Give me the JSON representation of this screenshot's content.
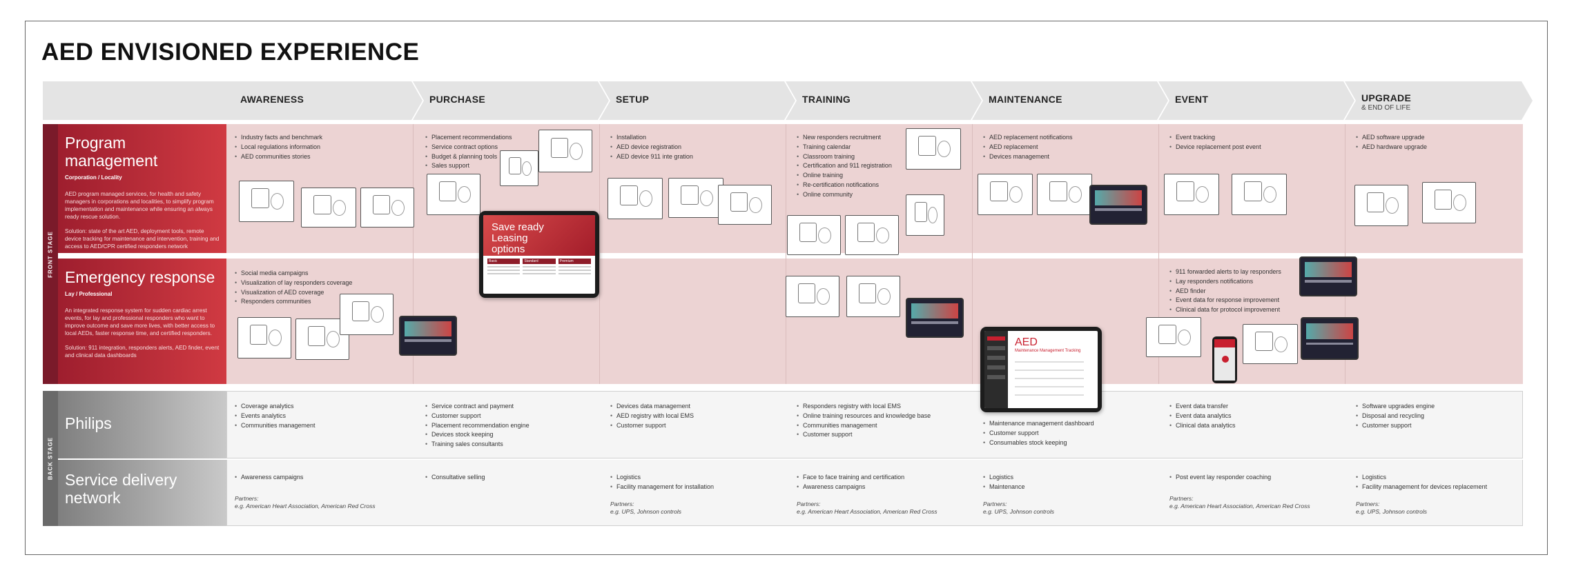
{
  "title": "AED ENVISIONED EXPERIENCE",
  "phases": [
    {
      "label": "AWARENESS",
      "sub": ""
    },
    {
      "label": "PURCHASE",
      "sub": ""
    },
    {
      "label": "SETUP",
      "sub": ""
    },
    {
      "label": "TRAINING",
      "sub": ""
    },
    {
      "label": "MAINTENANCE",
      "sub": ""
    },
    {
      "label": "EVENT",
      "sub": ""
    },
    {
      "label": "UPGRADE",
      "sub": "& END OF LIFE"
    }
  ],
  "stages": {
    "front": "FRONT STAGE",
    "back": "BACK STAGE"
  },
  "rows": {
    "program": {
      "title": "Program management",
      "subtitle": "Corporation / Locality",
      "description": "AED program managed services, for health and safety managers in corporations and localities, to simplify program implementation and maintenance while ensuring an always ready rescue solution.",
      "solution": "Solution: state of the art AED, deployment tools, remote device tracking for maintenance and intervention, training and access to AED/CPR certified responders network",
      "cells": [
        [
          "Industry facts and benchmark",
          "Local regulations information",
          "AED communities stories"
        ],
        [
          "Placement recommendations",
          "Service contract options",
          "Budget & planning tools",
          "Sales support"
        ],
        [
          "Installation",
          "AED device registration",
          "AED device 911 inte  gration"
        ],
        [
          "New responders recruitment",
          "Training calendar",
          "Classroom training",
          "Certification and 911 registration",
          "Online training",
          "Re-certification notifications",
          "Online community"
        ],
        [
          "AED replacement notifications",
          "AED replacement",
          "Devices management"
        ],
        [
          "Event tracking",
          "Device replacement post event"
        ],
        [
          "AED software upgrade",
          "AED hardware upgrade"
        ]
      ]
    },
    "emergency": {
      "title": "Emergency response",
      "subtitle": "Lay / Professional",
      "description": "An integrated response system for sudden cardiac arrest events, for lay and professional responders who want to improve outcome and save more lives, with better access to local AEDs, faster response time, and certified responders.",
      "solution": "Solution: 911 integration, responders alerts, AED finder, event and clinical data dashboards",
      "cells": [
        [
          "Social media campaigns",
          "Visualization of lay responders coverage",
          "Visualization of AED coverage",
          "Responders communities"
        ],
        [],
        [],
        [],
        [],
        [
          "911 forwarded alerts to lay responders",
          "Lay responders notifications",
          "AED finder",
          "Event data for response improvement",
          "Clinical data for protocol improvement"
        ],
        []
      ]
    },
    "philips": {
      "title": "Philips",
      "cells": [
        [
          "Coverage analytics",
          "Events analytics",
          "Communities management"
        ],
        [
          "Service contract and payment",
          "Customer support",
          "Placement recommendation engine",
          "Devices stock keeping",
          "Training sales consultants"
        ],
        [
          "Devices data management",
          "AED registry with local EMS",
          "Customer support"
        ],
        [
          "Responders registry with local EMS",
          "Online training resources and knowledge base",
          "Communities management",
          "Customer support"
        ],
        [
          "Maintenance management dashboard",
          "Customer support",
          "Consumables stock keeping"
        ],
        [
          "Event data transfer",
          "Event data analytics",
          "Clinical data analytics"
        ],
        [
          "Software upgrades engine",
          "Disposal and recycling",
          "Customer support"
        ]
      ]
    },
    "service": {
      "title": "Service delivery network",
      "cells": [
        {
          "items": [
            "Awareness campaigns"
          ],
          "partners_label": "Partners:",
          "partners": "e.g. American Heart Association, American Red Cross"
        },
        {
          "items": [
            "Consultative selling"
          ],
          "partners_label": "",
          "partners": ""
        },
        {
          "items": [
            "Logistics",
            "Facility management for installation"
          ],
          "partners_label": "Partners:",
          "partners": "e.g. UPS, Johnson controls"
        },
        {
          "items": [
            "Face to face training and certification",
            "Awareness campaigns"
          ],
          "partners_label": "Partners:",
          "partners": "e.g. American Heart Association, American Red Cross"
        },
        {
          "items": [
            "Logistics",
            "Maintenance"
          ],
          "partners_label": "Partners:",
          "partners": "e.g. UPS, Johnson controls"
        },
        {
          "items": [
            "Post event lay responder coaching"
          ],
          "partners_label": "Partners:",
          "partners": "e.g. American Heart Association, American Red Cross"
        },
        {
          "items": [
            "Logistics",
            "Facility management for devices replacement"
          ],
          "partners_label": "Partners:",
          "partners": "e.g. UPS, Johnson controls"
        }
      ]
    }
  },
  "mockups": {
    "purchase_tablet_title": "Save ready Leasing options",
    "purchase_tablet_columns": [
      "Basic",
      "Standard",
      "Premium"
    ],
    "maintenance_tablet_title": "AED",
    "maintenance_tablet_sub": "Maintenance Management Tracking"
  },
  "colors": {
    "accent": "#c8202f",
    "front_row_bg": "#ecd3d3",
    "back_row_bg": "#f5f5f5",
    "phase_bar": "#e4e4e4"
  }
}
